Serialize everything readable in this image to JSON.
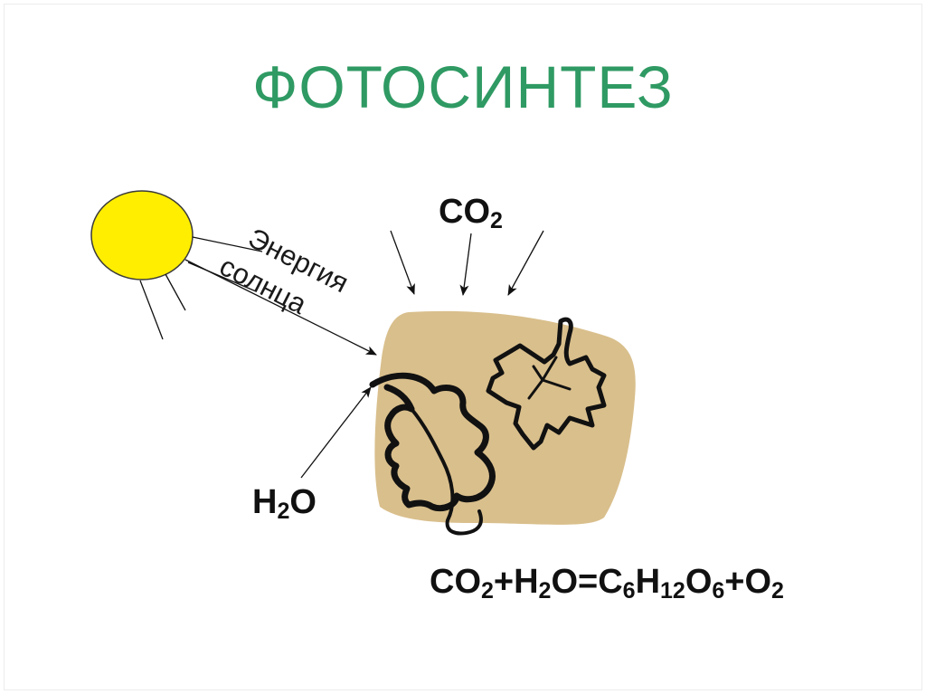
{
  "slide": {
    "title": "ФОТОСИНТЕЗ",
    "energy_label": {
      "line1": "Энергия",
      "line2": "солнца"
    },
    "co2_top": {
      "base": "CO",
      "sub": "2"
    },
    "h2o": {
      "base1": "H",
      "sub": "2",
      "base2": "O"
    },
    "equation": {
      "parts": [
        {
          "t": "CO"
        },
        {
          "s": "2"
        },
        {
          "t": "+H"
        },
        {
          "s": "2"
        },
        {
          "t": "O=C"
        },
        {
          "s": "6"
        },
        {
          "t": "H"
        },
        {
          "s": "12"
        },
        {
          "t": "O"
        },
        {
          "s": "6"
        },
        {
          "t": "+O"
        },
        {
          "s": "2"
        }
      ]
    },
    "colors": {
      "title": "#2f9a63",
      "sun_fill": "#ffee00",
      "sun_stroke": "#3a3a3a",
      "leaf_area": "#d9bf8c",
      "ink": "#111111"
    },
    "icons": {
      "sun": "sun-icon",
      "oak_leaf": "oak-leaf-icon",
      "maple_leaf": "maple-leaf-icon"
    }
  }
}
